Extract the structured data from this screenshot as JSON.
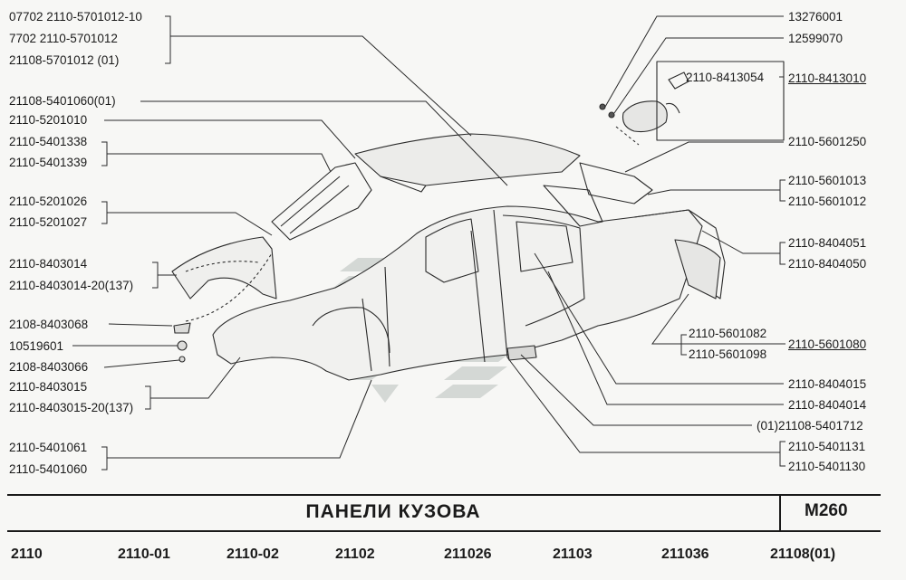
{
  "labels_left": [
    {
      "id": "l1",
      "text": "07702   2110-5701012-10"
    },
    {
      "id": "l2",
      "text": "7702     2110-5701012"
    },
    {
      "id": "l3",
      "text": "21108-5701012          (01)"
    },
    {
      "id": "l4",
      "text": "21108-5401060(01)"
    },
    {
      "id": "l5",
      "text": "2110-5201010"
    },
    {
      "id": "l6",
      "text": "2110-5401338"
    },
    {
      "id": "l7",
      "text": "2110-5401339"
    },
    {
      "id": "l8",
      "text": "2110-5201026"
    },
    {
      "id": "l9",
      "text": "2110-5201027"
    },
    {
      "id": "l10",
      "text": "2110-8403014"
    },
    {
      "id": "l11",
      "text": "2110-8403014-20(137)"
    },
    {
      "id": "l12",
      "text": "2108-8403068"
    },
    {
      "id": "l13",
      "text": "10519601"
    },
    {
      "id": "l14",
      "text": "2108-8403066"
    },
    {
      "id": "l15",
      "text": "2110-8403015"
    },
    {
      "id": "l16",
      "text": "2110-8403015-20(137)"
    },
    {
      "id": "l17",
      "text": "2110-5401061"
    },
    {
      "id": "l18",
      "text": "2110-5401060"
    }
  ],
  "labels_right": [
    {
      "id": "r1",
      "text": "13276001"
    },
    {
      "id": "r2",
      "text": "12599070"
    },
    {
      "id": "r3",
      "text": "2110-8413054"
    },
    {
      "id": "r4",
      "text": "2110-8413010"
    },
    {
      "id": "r5",
      "text": "2110-5601250"
    },
    {
      "id": "r6",
      "text": "2110-5601013"
    },
    {
      "id": "r7",
      "text": "2110-5601012"
    },
    {
      "id": "r8",
      "text": "2110-8404051"
    },
    {
      "id": "r9",
      "text": "2110-8404050"
    },
    {
      "id": "r10",
      "text": "2110-5601082"
    },
    {
      "id": "r11",
      "text": "2110-5601098"
    },
    {
      "id": "r12",
      "text": "2110-5601080"
    },
    {
      "id": "r13",
      "text": "2110-8404015"
    },
    {
      "id": "r14",
      "text": "2110-8404014"
    },
    {
      "id": "r15",
      "text": "(01)21108-5401712"
    },
    {
      "id": "r16",
      "text": "2110-5401131"
    },
    {
      "id": "r17",
      "text": "2110-5401130"
    }
  ],
  "title": "ПАНЕЛИ   КУЗОВА",
  "code": "М260",
  "models": [
    "2110",
    "2110-01",
    "2110-02",
    "21102",
    "211026",
    "21103",
    "211036",
    "21108(01)"
  ]
}
